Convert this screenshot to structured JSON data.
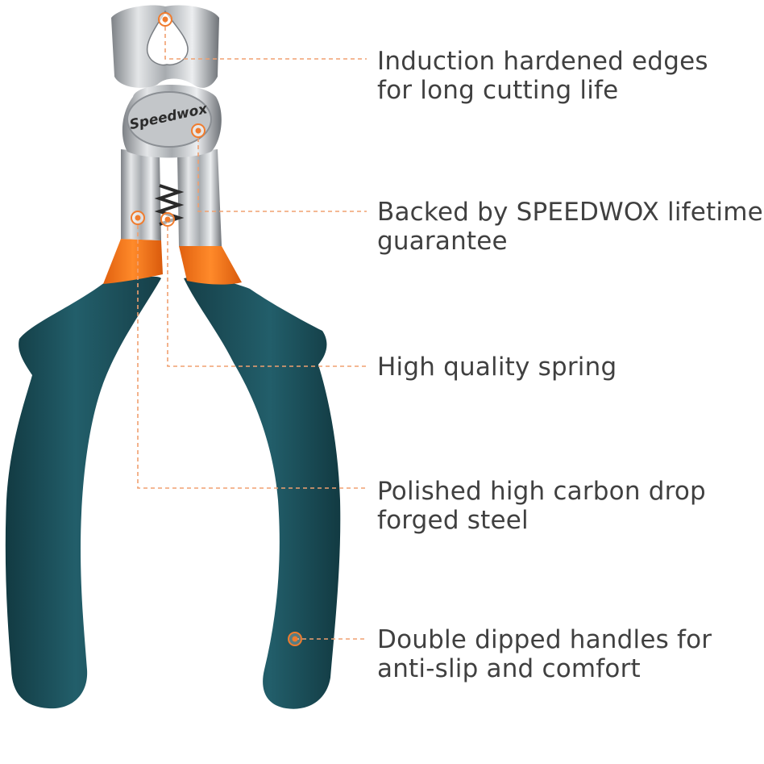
{
  "product": {
    "brand_engraving": "Speedwox"
  },
  "colors": {
    "handle": "#1f5560",
    "handle_dark": "#143e46",
    "sleeve": "#f57a1e",
    "steel": "#c9cbcd",
    "callout_line": "#f0a070",
    "text": "#404040"
  },
  "features": [
    {
      "id": "edges",
      "line1": "Induction hardened edges",
      "line2": "for long cutting life"
    },
    {
      "id": "guarantee",
      "line1": "Backed by SPEEDWOX lifetime",
      "line2": "guarantee"
    },
    {
      "id": "spring",
      "line1": "High quality spring",
      "line2": ""
    },
    {
      "id": "steel",
      "line1": "Polished high carbon drop",
      "line2": "forged steel"
    },
    {
      "id": "handles",
      "line1": "Double dipped handles for",
      "line2": "anti-slip and comfort"
    }
  ]
}
